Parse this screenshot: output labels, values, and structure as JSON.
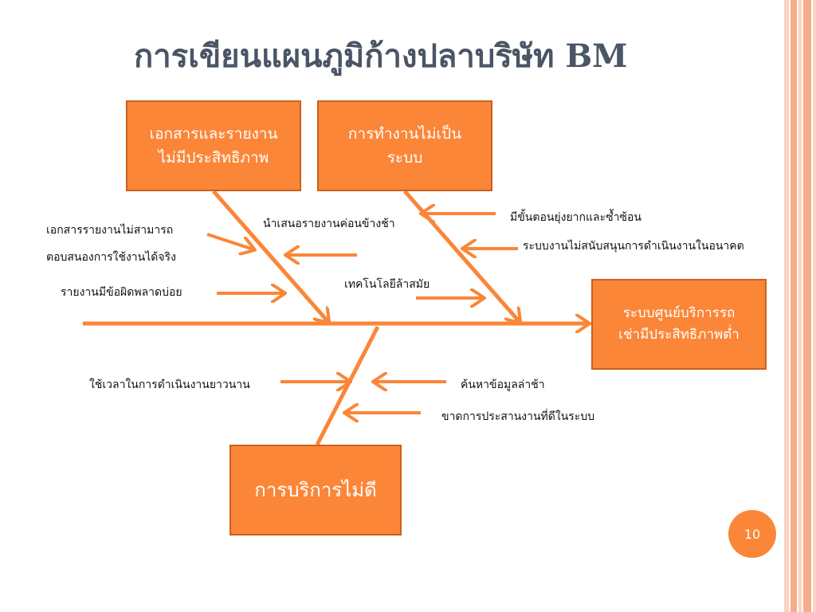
{
  "title": "การเขียนแผนภูมิก้างปลาบริษัท BM",
  "effect": {
    "line1": "ระบบศูนย์บริการรถ",
    "line2": "เช่ามีประสิทธิภาพต่ำ"
  },
  "causes": [
    {
      "line1": "เอกสารและรายงาน",
      "line2": "ไม่มีประสิทธิภาพ"
    },
    {
      "line1": "การทำงานไม่เป็น",
      "line2": "ระบบ"
    },
    {
      "line1": "การบริการไม่ดี"
    }
  ],
  "sub_causes": {
    "docs_1a": "เอกสารรายงานไม่สามารถ",
    "docs_1b": "ตอบสนองการใช้งานได้จริง",
    "docs_2": "นำเสนอรายงานค่อนข้างช้า",
    "docs_3": "รายงานมีข้อผิดพลาดบ่อย",
    "work_1": "มีขั้นตอนยุ่งยากและซ้ำซ้อน",
    "work_2": "ระบบงานไม่สนับสนุนการดำเนินงานในอนาคต",
    "work_3": "เทคโนโลยีล้าสมัย",
    "service_1": "ใช้เวลาในการดำเนินงานยาวนาน",
    "service_2": "ค้นหาข้อมูลล่าช้า",
    "service_3": "ขาดการประสานงานที่ดีในระบบ"
  },
  "page_number": "10",
  "colors": {
    "accent": "#fb8638",
    "border": "#c9611e",
    "title": "#4a5565",
    "stripe_light": "#fbd3c0",
    "stripe_mid": "#f6ab8b"
  }
}
